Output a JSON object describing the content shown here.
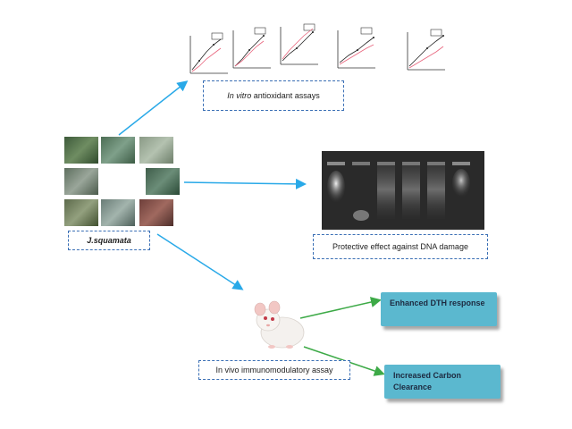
{
  "plant": {
    "label": "J.squamata"
  },
  "antioxidant": {
    "label_italic": "In vitro",
    "label_rest": " antioxidant assays"
  },
  "dna": {
    "label": "Protective effect against DNA damage"
  },
  "immuno": {
    "label": "In vivo immunomodulatory assay"
  },
  "outcomes": {
    "dth": "Enhanced DTH response",
    "carbon": "Increased Carbon Clearance"
  },
  "colors": {
    "arrow_blue": "#29a9e8",
    "arrow_green": "#3daa47",
    "box_border": "#3a6fb5",
    "teal_box": "#5bb8cf"
  }
}
